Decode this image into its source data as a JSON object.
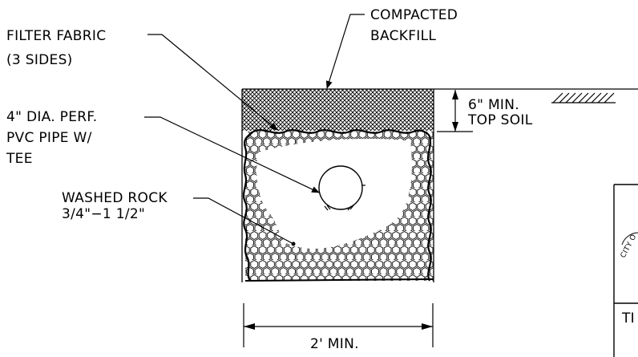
{
  "labels": {
    "compacted_line1": "COMPACTED",
    "compacted_line2": "BACKFILL",
    "filter_line1": "FILTER FABRIC",
    "filter_line2": "(3 SIDES)",
    "pipe_line1": "4\" DIA. PERF.",
    "pipe_line2": "PVC PIPE W/",
    "pipe_line3": "TEE",
    "rock_line1": "WASHED ROCK",
    "rock_line2": "3/4\"−1 1/2\"",
    "topsoil_line1": "6\" MIN.",
    "topsoil_line2": "TOP SOIL",
    "width_dim": "2' MIN.",
    "title_block_partial": "TI",
    "stamp_partial": "CITY O"
  },
  "colors": {
    "line": "#000000",
    "background": "#ffffff"
  }
}
